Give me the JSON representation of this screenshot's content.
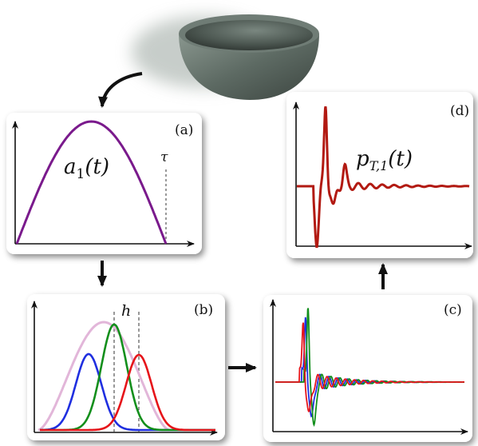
{
  "panels": {
    "a": {
      "label": "(a)",
      "curve_label_main": "a",
      "curve_label_sub": "1",
      "curve_label_arg": "(t)",
      "tau_label": "τ",
      "curve_color": "#7a1a8c"
    },
    "b": {
      "label": "(b)",
      "h_label": "h",
      "colors": {
        "envelope": "#e2b6d9",
        "blue": "#1f2fe0",
        "green": "#138f1c",
        "red": "#e6141a"
      }
    },
    "c": {
      "label": "(c)",
      "colors": [
        "#1f2fe0",
        "#138f1c",
        "#e6141a"
      ]
    },
    "d": {
      "label": "(d)",
      "curve_label_main": "p",
      "curve_label_sub": "T,1",
      "curve_label_arg": "(t)",
      "curve_color": "#b21a12"
    }
  },
  "colors": {
    "bowl": "#5e6b64",
    "arrow": "#111111",
    "axis": "#111111"
  }
}
